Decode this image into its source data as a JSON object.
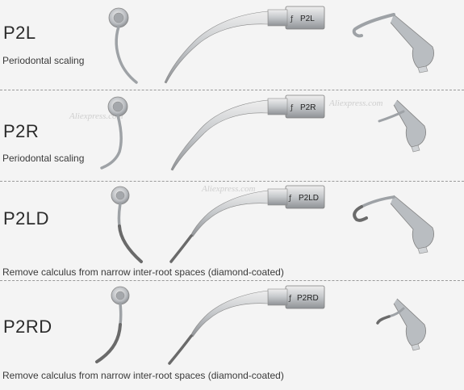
{
  "rows": [
    {
      "code": "P2L",
      "desc": "Periodontal scaling",
      "tip_label": "P2L"
    },
    {
      "code": "P2R",
      "desc": "Periodontal scaling",
      "tip_label": "P2R"
    },
    {
      "code": "P2LD",
      "desc": "Remove calculus from narrow inter-root spaces (diamond-coated)",
      "tip_label": "P2LD"
    },
    {
      "code": "P2RD",
      "desc": "Remove calculus from narrow inter-root spaces (diamond-coated)",
      "tip_label": "P2RD"
    }
  ],
  "watermarks": [
    "Aliexpress.com",
    "Aliexpress.com",
    "Aliexpress.com"
  ],
  "colors": {
    "background": "#f4f4f4",
    "divider": "#9a9a9a",
    "metal": "#b8bcc0",
    "diamond_coating": "#6a6a6a"
  }
}
